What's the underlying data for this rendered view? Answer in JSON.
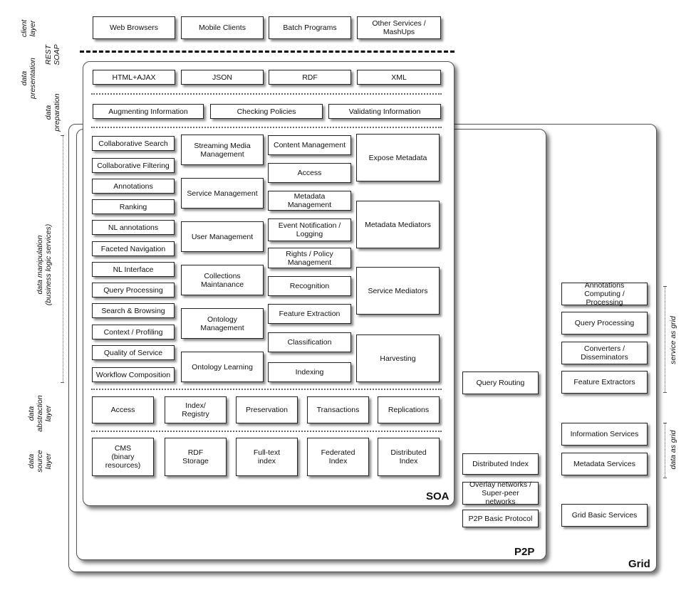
{
  "left_labels": {
    "client": "client\nlayer",
    "rest": "REST\nSOAP",
    "presentation": "data\npresentation",
    "preparation": "data\npreparation",
    "manipulation": "data manipulation\n(business logic services)",
    "abstraction": "data\nabstraction\nlayer",
    "source": "data\nsource\nlayer"
  },
  "client_layer": [
    "Web Browsers",
    "Mobile Clients",
    "Batch Programs",
    "Other Services /\nMashUps"
  ],
  "presentation": [
    "HTML+AJAX",
    "JSON",
    "RDF",
    "XML"
  ],
  "preparation": [
    "Augmenting Information",
    "Checking Policies",
    "Validating Information"
  ],
  "manipulation": {
    "col1": [
      "Collaborative Search",
      "Collaborative Filtering",
      "Annotations",
      "Ranking",
      "NL annotations",
      "Faceted Navigation",
      "NL Interface",
      "Query Processing",
      "Search & Browsing",
      "Context / Profiling",
      "Quality of Service",
      "Workflow Composition"
    ],
    "col2": [
      "Streaming Media\nManagement",
      "Service Management",
      "User Management",
      "Collections\nMaintanance",
      "Ontology Management",
      "Ontology Learning"
    ],
    "col3": [
      "Content Management",
      "Access",
      "Metadata Management",
      "Event Notification /\nLogging",
      "Rights / Policy\nManagement",
      "Recognition",
      "Feature Extraction",
      "Classification",
      "Indexing"
    ],
    "col4": [
      "Expose Metadata",
      "Metadata Mediators",
      "Service Mediators",
      "Harvesting"
    ]
  },
  "abstraction": [
    "Access",
    "Index/\nRegistry",
    "Preservation",
    "Transactions",
    "Replications"
  ],
  "source": [
    "CMS\n(binary\nresources)",
    "RDF\nStorage",
    "Full-text\nindex",
    "Federated\nIndex",
    "Distributed\nIndex"
  ],
  "p2p": [
    "Query Routing",
    "Distributed Index",
    "Overlay networks /\nSuper-peer networks",
    "P2P Basic Protocol"
  ],
  "grid": [
    "Annotations\nComputing / Processing",
    "Query Processing",
    "Converters /\nDisseminators",
    "Feature Extractors",
    "Information Services",
    "Metadata Services",
    "Grid Basic Services"
  ],
  "grid_side_labels": {
    "service": "service as grid",
    "data": "data as grid"
  },
  "panels": {
    "soa": "SOA",
    "p2p": "P2P",
    "grid": "Grid"
  }
}
